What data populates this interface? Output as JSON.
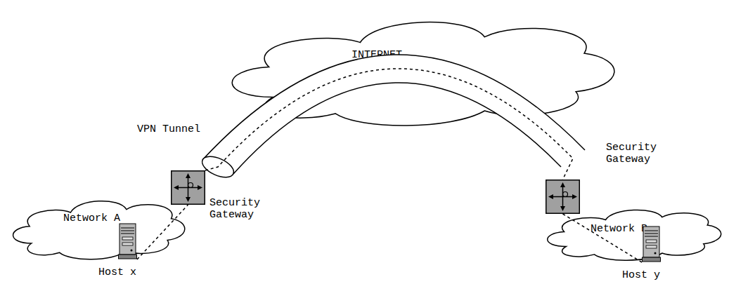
{
  "diagram": {
    "nodes": [
      {
        "text": [
          "INTERNET"
        ]
      },
      {
        "text": [
          "Security Gateway"
        ]
      },
      {
        "text": [
          "Security Gateway"
        ]
      },
      {
        "text": [
          "Network A"
        ]
      },
      {
        "text": [
          "Host x"
        ],
        "in": 3
      },
      {
        "text": [
          "Network B"
        ]
      },
      {
        "text": [
          "Host y"
        ],
        "in": 5
      }
    ],
    "edges": [
      {
        "from": 4,
        "to": 1,
        "arrow": "none"
      },
      {
        "from": 1,
        "to": 2,
        "arrow": "none"
      },
      {
        "from": 2,
        "to": 6,
        "arrow": "none"
      }
    ],
    "labels": [
      "VPN Tunnel"
    ]
  }
}
